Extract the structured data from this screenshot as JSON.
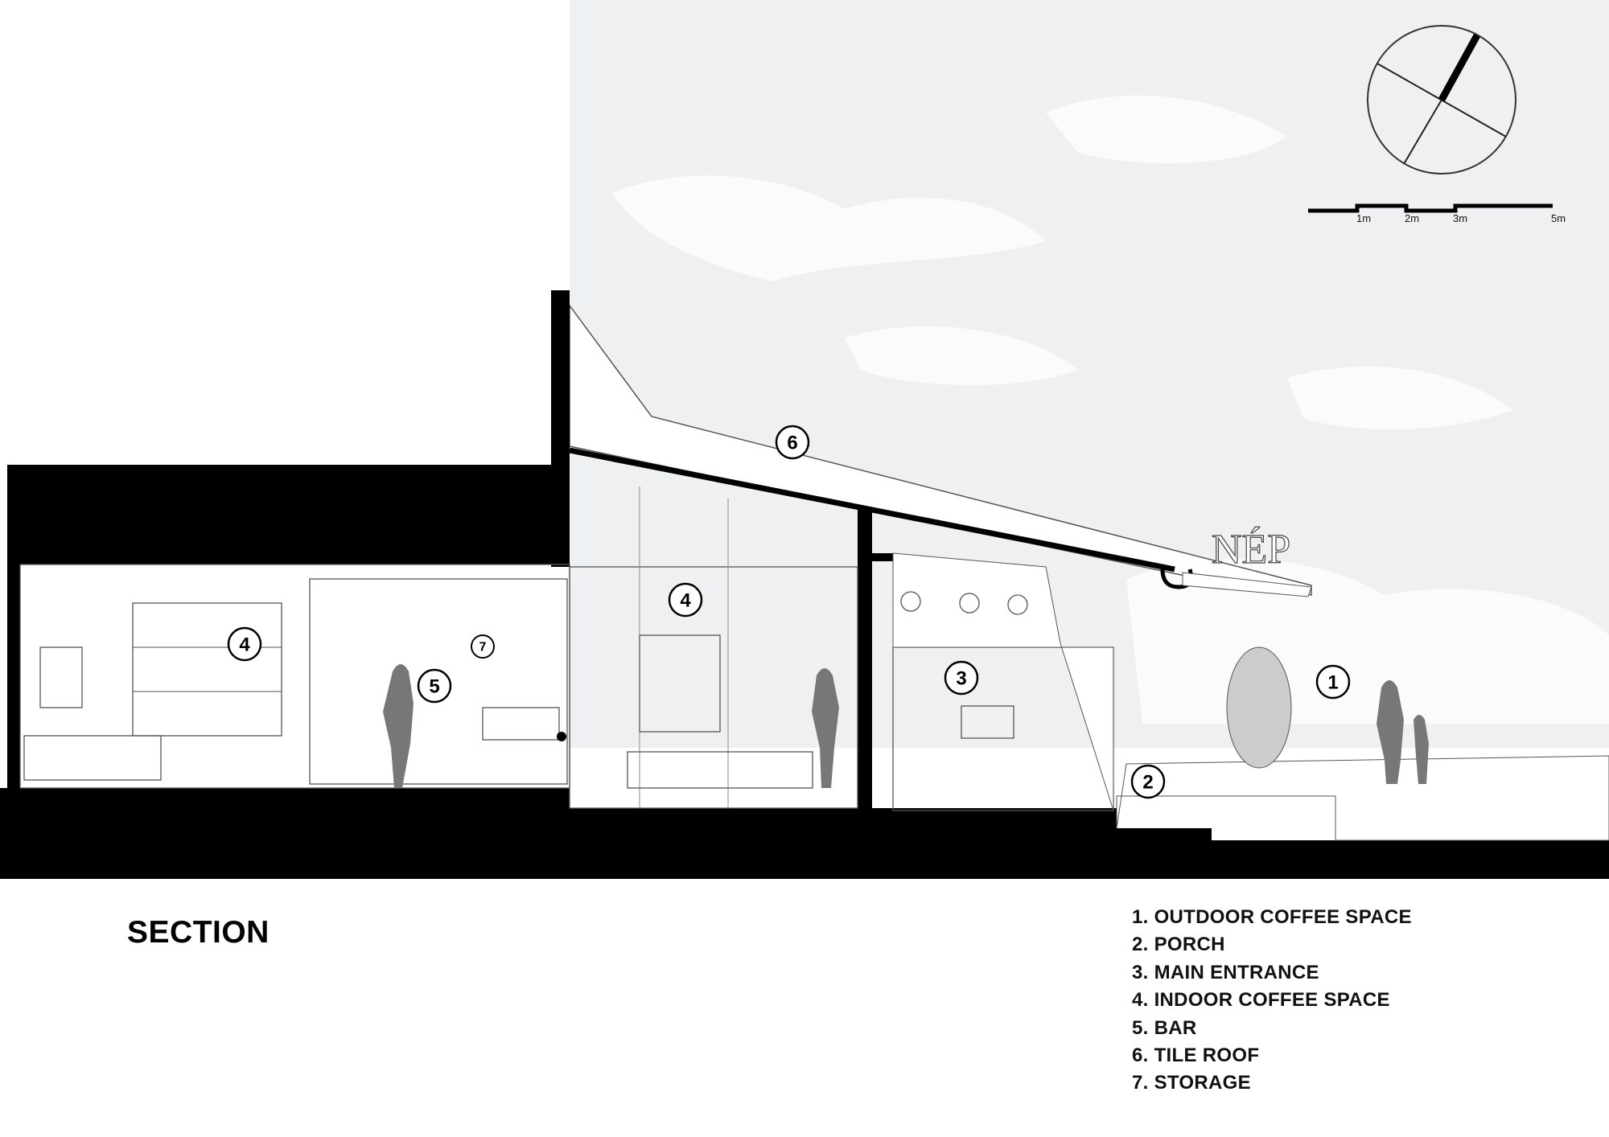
{
  "drawing": {
    "title": "SECTION",
    "sign_text": "NÉP",
    "scale_bar": [
      "1m",
      "2m",
      "3m",
      "5m"
    ],
    "markers": [
      "6",
      "4",
      "5",
      "7",
      "4",
      "3",
      "2",
      "1"
    ],
    "legend": [
      "1. OUTDOOR COFFEE SPACE",
      "2. PORCH",
      "3. MAIN ENTRANCE",
      "4. INDOOR COFFEE SPACE",
      "5. BAR",
      "6. TILE ROOF",
      "7. STORAGE"
    ]
  },
  "colors": {
    "poche": "#000000",
    "sky": "#eef0f2",
    "line": "#555555"
  }
}
